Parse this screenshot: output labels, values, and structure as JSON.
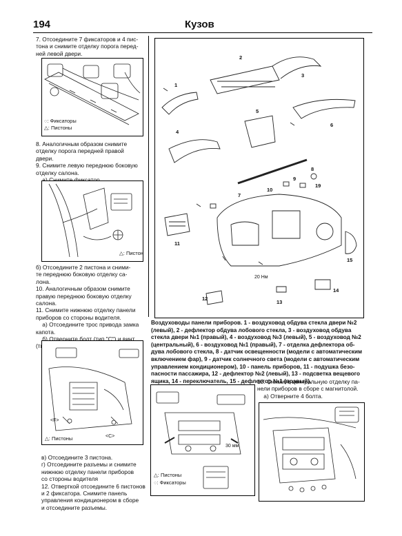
{
  "header": {
    "page_number": "194",
    "title": "Кузов"
  },
  "steps": {
    "s7": "7. Отсоедините 7 фиксаторов и 4 пис-\nтона и снимите отделку порога перед-\nней левой двери.",
    "s8_9": "8. Аналогичным образом снимите\nотделку порога передней правой\nдвери.\n9. Снимите левую переднюю боковую\nотделку салона.\n    а) Снимите фиксатор.",
    "s9b_11": "б) Отсоедините 2 пистона и сними-\nте переднюю боковую отделку са-\nлона.\n10. Аналогичным образом снимите\nправую переднюю боковую отделку\nсалона.\n11. Снимите нижнюю отделку панели\nприборов со стороны водителя.\n    а) Отсоедините трос привода замка\nкапота.\n    б) Отверните болт (тип \"C\") и винт\n(тип \"F\").",
    "s11c_12": "в) Отсоедините 3 пистона.\nг) Отсоедините разъемы и снимите\nнижнюю отделку панели приборов\nсо стороны водителя\n12. Отверткой отсоедините 6 пистонов\nи 2 фиксатора. Снимите панель\nуправления кондиционером в сборе\nи отсоедините разъемы.",
    "s13": "13. Снимите центральную отделку па-\nнели приборов в сборе с магнитолой.\n    а) Отверните 4 болта."
  },
  "legends": {
    "fig1_clips": "Фиксаторы",
    "fig1_pistons": "Пистоны",
    "fig2_pistons": "Пистоны",
    "fig3_pistons": "Пистоны",
    "fig5_pistons": "Пистоны",
    "fig5_clips": "Фиксаторы"
  },
  "figure_labels": {
    "fig3_f": "<F>",
    "fig3_c": "<C>",
    "fig5_dim": "30 мм",
    "main_torque": "20 Нм",
    "callouts": [
      "1",
      "2",
      "3",
      "4",
      "5",
      "6",
      "7",
      "8",
      "9",
      "10",
      "11",
      "12",
      "13",
      "14",
      "15",
      "19"
    ]
  },
  "main_caption": "Воздуховоды панели приборов. 1 - воздуховод обдува стекла двери №2\n(левый), 2 - дефлектор обдува лобового стекла, 3 - воздуховод обдува\nстекла двери №1 (правый), 4 - воздуховод №3 (левый), 5 - воздуховод №2\n(центральный), 6 - воздуховод №1 (правый), 7 - отделка дефлектора об-\nдува лобового стекла, 8 - датчик освещенности (модели с автоматическим\nвключением фар), 9 - датчик солнечного света (модели с автоматическим\nуправлением кондиционером), 10 - панель приборов, 11 - подушка безо-\nпасности пассажира, 12 - дефлектор №2 (левый), 13 - подсветка вещевого\nящика, 14 - переключатель, 15 - дефлектор №1 (правый)."
}
